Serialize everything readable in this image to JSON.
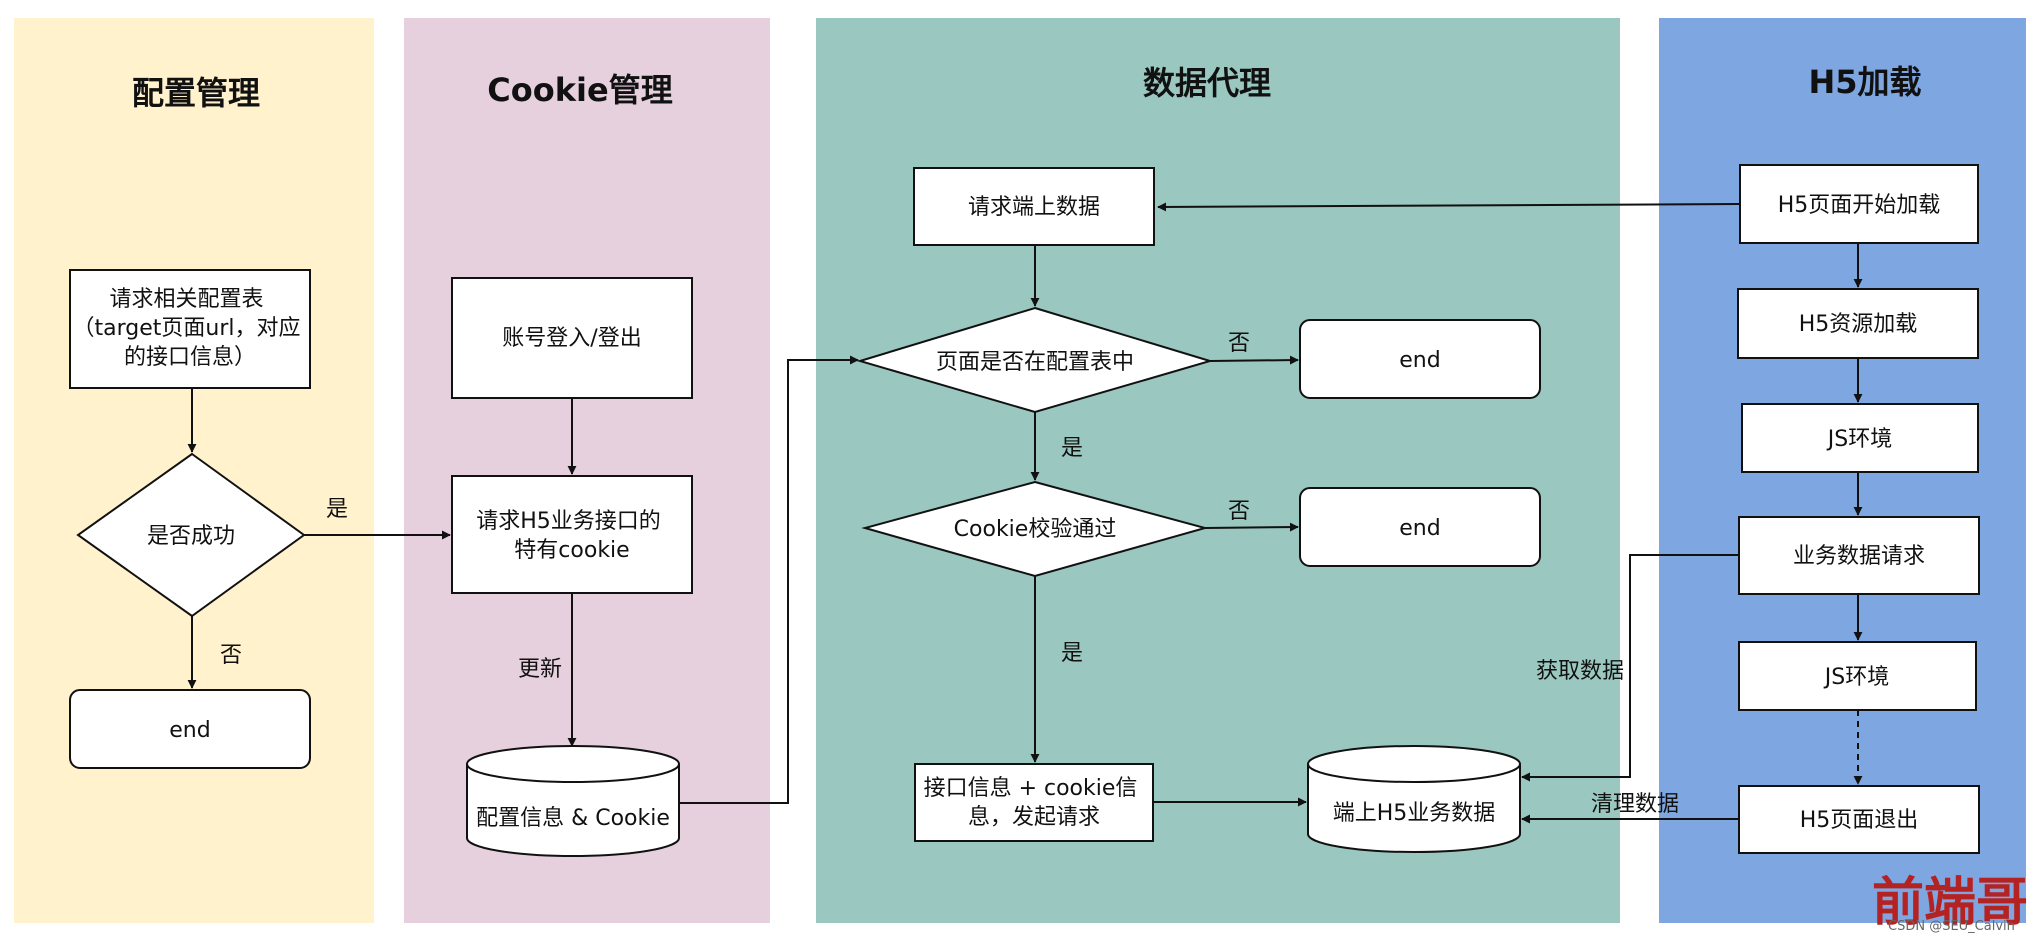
{
  "colors": {
    "lane_config": "#fff2cc",
    "lane_cookie": "#e6d0de",
    "lane_proxy": "#9ac7bf",
    "lane_h5": "#7ea6e0",
    "stroke": "#111111",
    "watermark": "#b52222"
  },
  "lanes": {
    "config": "配置管理",
    "cookie": "Cookie管理",
    "proxy": "数据代理",
    "h5": "H5加载"
  },
  "nodes": {
    "req_config": [
      "请求相关配置表",
      "（target页面url，对应",
      "的接口信息）"
    ],
    "is_success": "是否成功",
    "end_config": "end",
    "login": "账号登入/登出",
    "req_cookie": [
      "请求H5业务接口的",
      "特有cookie"
    ],
    "store_config": "配置信息 & Cookie",
    "req_data": "请求端上数据",
    "in_table": "页面是否在配置表中",
    "end_page": "end",
    "cookie_check": "Cookie校验通过",
    "end_cookie": "end",
    "send_req": [
      "接口信息 + cookie信",
      "息，发起请求"
    ],
    "store_h5": "端上H5业务数据",
    "h5_start": "H5页面开始加载",
    "h5_res": "H5资源加载",
    "js_env1": "JS环境",
    "biz_req": "业务数据请求",
    "js_env2": "JS环境",
    "h5_exit": "H5页面退出"
  },
  "edge_labels": {
    "yes_1": "是",
    "no_1": "否",
    "update": "更新",
    "no_2": "否",
    "yes_2": "是",
    "no_3": "否",
    "yes_3": "是",
    "fetch": "获取数据",
    "clean": "清理数据"
  },
  "watermark": {
    "logo": "前端哥",
    "credit": "CSDN @SEU_Calvin"
  }
}
